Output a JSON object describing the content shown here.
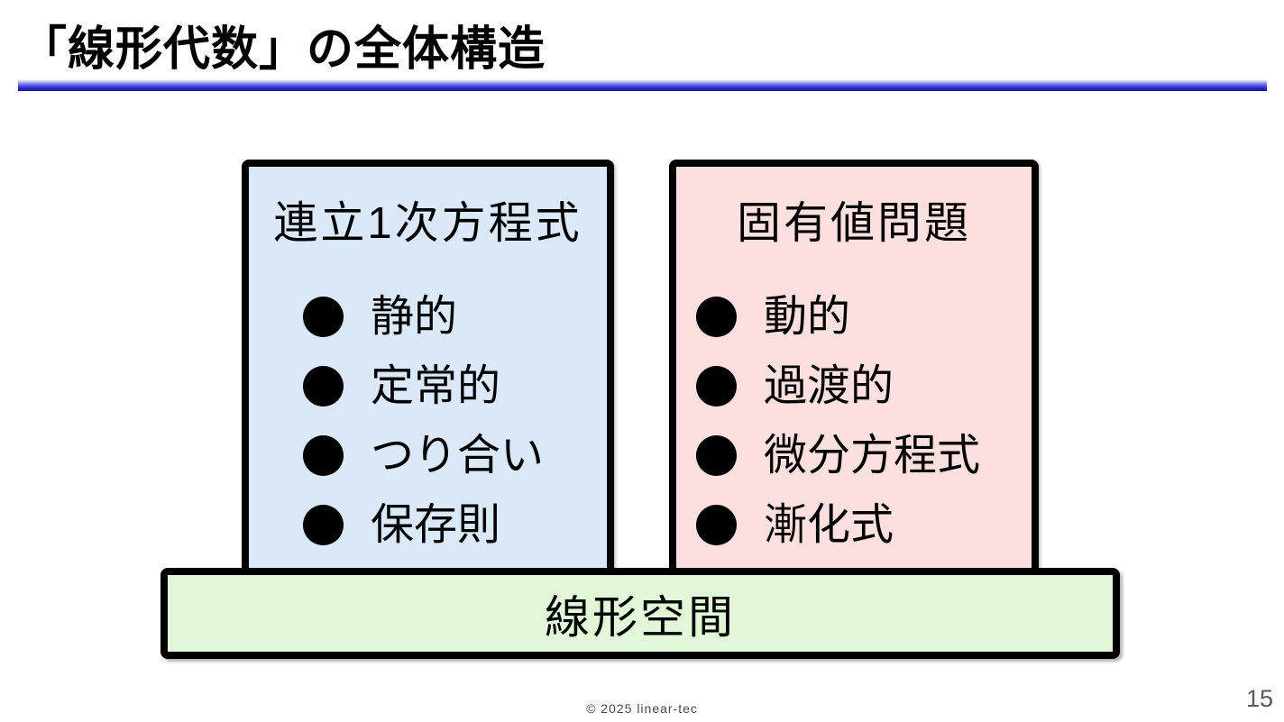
{
  "slide": {
    "title": "「線形代数」の全体構造",
    "footer": "© 2025 linear-tec",
    "page_number": "15"
  },
  "diagram": {
    "bullet_glyph": "●",
    "left_box": {
      "title": "連立1次方程式",
      "items": [
        "静的",
        "定常的",
        "つり合い",
        "保存則"
      ],
      "bg_color": "#dbe8f8"
    },
    "right_box": {
      "title": "固有値問題",
      "items": [
        "動的",
        "過渡的",
        "微分方程式",
        "漸化式"
      ],
      "bg_color": "#fcdfdf"
    },
    "base_box": {
      "title": "線形空間",
      "bg_color": "#e1f7d8"
    }
  },
  "colors": {
    "rule_blue": "#2e2ed6",
    "box_border": "#000000",
    "footer_text": "#4a4a4a",
    "page_number_text": "#595959"
  }
}
